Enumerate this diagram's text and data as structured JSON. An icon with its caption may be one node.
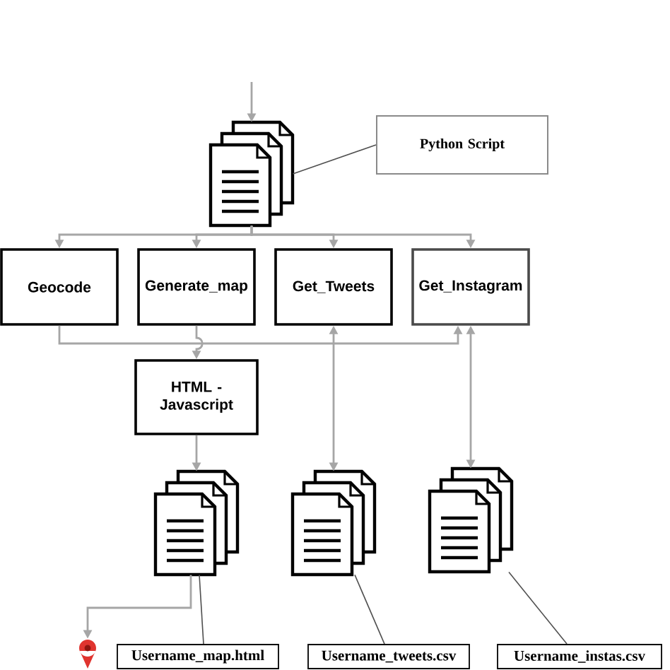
{
  "diagram": {
    "nodes": [
      {
        "text": [],
        "shape": "document"
      },
      {
        "text": [
          "Python Script"
        ]
      },
      {
        "text": [
          "Geocode"
        ]
      },
      {
        "text": [
          "Generate_map"
        ]
      },
      {
        "text": [
          "Get_Tweets"
        ]
      },
      {
        "text": [
          "Get_Instagram"
        ]
      },
      {
        "text": [
          "HTML - Javascript"
        ]
      },
      {
        "text": [],
        "shape": "document"
      },
      {
        "text": [],
        "shape": "document"
      },
      {
        "text": [],
        "shape": "document"
      },
      {
        "text": [],
        "shape": "pin"
      },
      {
        "text": [
          "Username_map.html"
        ]
      },
      {
        "text": [
          "Username_tweets.csv"
        ]
      },
      {
        "text": [
          "Username_instas.csv"
        ]
      }
    ],
    "edges": [
      {
        "from": null,
        "to": 0,
        "arrow": "to"
      },
      {
        "from": 1,
        "to": 0,
        "arrow": "none",
        "color": "#505050"
      },
      {
        "from": 0,
        "to": 2,
        "arrow": "to"
      },
      {
        "from": 0,
        "to": 3,
        "arrow": "to"
      },
      {
        "from": 0,
        "to": 4,
        "arrow": "to"
      },
      {
        "from": 0,
        "to": 5,
        "arrow": "to"
      },
      {
        "from": 3,
        "to": 6,
        "arrow": "to"
      },
      {
        "from": 2,
        "to": 5,
        "arrow": "to"
      },
      {
        "from": 6,
        "to": 7,
        "arrow": "to"
      },
      {
        "from": 4,
        "to": 8,
        "arrow": "both"
      },
      {
        "from": 5,
        "to": 9,
        "arrow": "both"
      },
      {
        "from": 7,
        "to": 10,
        "arrow": "to"
      },
      {
        "from": 11,
        "to": 7,
        "arrow": "none",
        "color": "#505050"
      },
      {
        "from": 12,
        "to": 8,
        "arrow": "none",
        "color": "#505050"
      },
      {
        "from": 13,
        "to": 9,
        "arrow": "none",
        "color": "#505050"
      }
    ]
  }
}
